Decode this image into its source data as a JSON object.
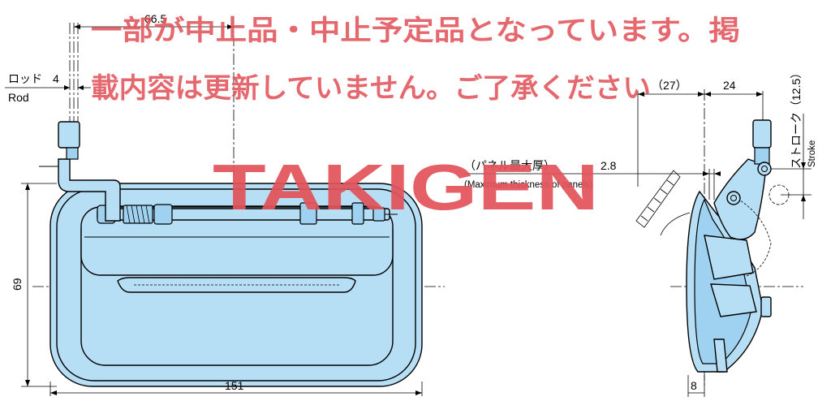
{
  "watermark": {
    "line1": "一部が中止品・中止予定品となっています。掲",
    "line2": "載内容は更新していません。ご了承ください",
    "logo": "TAKIGEN",
    "color": "#e2545b"
  },
  "part_color": "#b6def5",
  "dimensions": {
    "top_offset": "66.5",
    "rod_label_ja": "ロッド",
    "rod_value": "4",
    "rod_label_en": "Rod",
    "height": "69",
    "width": "151",
    "side_27": "（27）",
    "side_24": "24",
    "stroke_ja": "ストローク（12.5）",
    "stroke_en": "Stroke",
    "panel_ja": "（パネル最大厚）",
    "panel_value": "2.8",
    "panel_en": "(Maximum thickness of panels)",
    "bottom_8": "8"
  }
}
